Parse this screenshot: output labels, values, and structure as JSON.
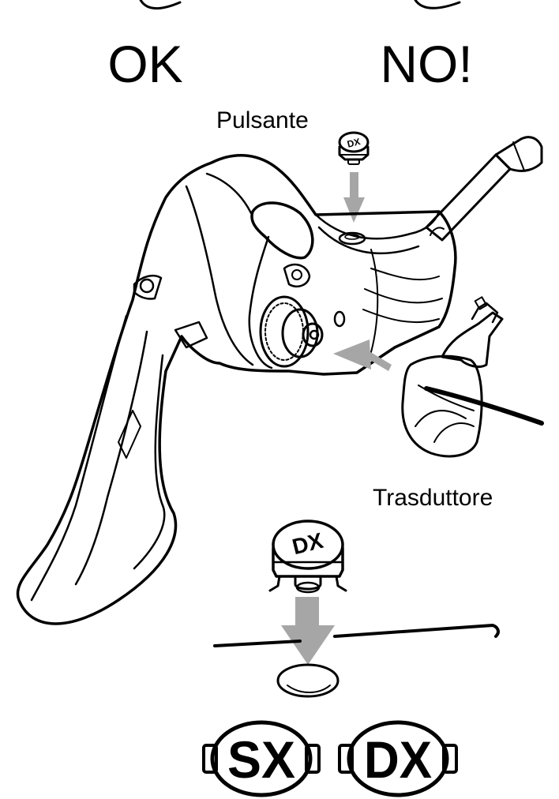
{
  "labels": {
    "ok": "OK",
    "no": "NO!",
    "button": "Pulsante",
    "transducer": "Trasduttore"
  },
  "caps": {
    "small_cap": "DX",
    "large_cap": "DX",
    "left_badge": "SX",
    "right_badge": "DX"
  },
  "colors": {
    "ink": "#000000",
    "arrow": "#a6a6a6",
    "paper": "#ffffff"
  }
}
